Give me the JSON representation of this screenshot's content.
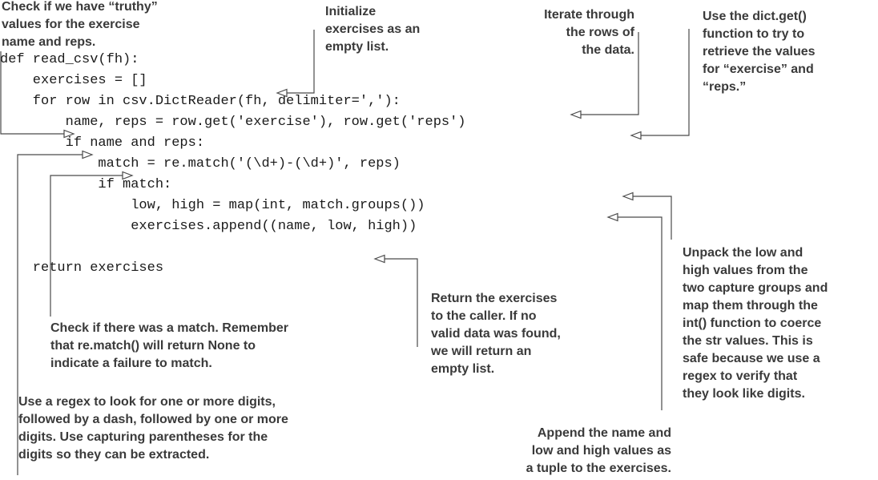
{
  "code_lines": [
    "def read_csv(fh):",
    "    exercises = []",
    "    for row in csv.DictReader(fh, delimiter=','):",
    "        name, reps = row.get('exercise'), row.get('reps')",
    "        if name and reps:",
    "            match = re.match('(\\d+)-(\\d+)', reps)",
    "            if match:",
    "                low, high = map(int, match.groups())",
    "                exercises.append((name, low, high))",
    "",
    "    return exercises"
  ],
  "annotations": {
    "truthy": [
      "Check if we have “truthy”",
      "values for the exercise",
      "name and reps."
    ],
    "init": [
      "Initialize",
      "exercises as an",
      "empty list."
    ],
    "iterate": [
      "Iterate through",
      "the rows of",
      "the data."
    ],
    "dictget": [
      "Use the dict.get()",
      "function to try to",
      "retrieve the values",
      "for “exercise” and",
      "“reps.”"
    ],
    "unpack": [
      "Unpack the low and",
      "high values from the",
      "two capture groups and",
      "map them through the",
      "int() function to coerce",
      "the str values. This is",
      "safe because we use a",
      "regex to verify that",
      "they look like digits."
    ],
    "returnx": [
      "Return the exercises",
      "to the caller. If no",
      "valid data was found,",
      "we will return an",
      "empty list."
    ],
    "matchcheck": [
      "Check if there was a match. Remember",
      "that re.match() will return None to",
      "indicate a failure to match."
    ],
    "regex": [
      "Use a regex to look for one or more digits,",
      "followed by a dash, followed by one or more",
      "digits. Use capturing parentheses for the",
      "digits so they can be extracted."
    ],
    "append": [
      "Append the name and",
      "low and high values as",
      "a tuple to the exercises."
    ]
  }
}
